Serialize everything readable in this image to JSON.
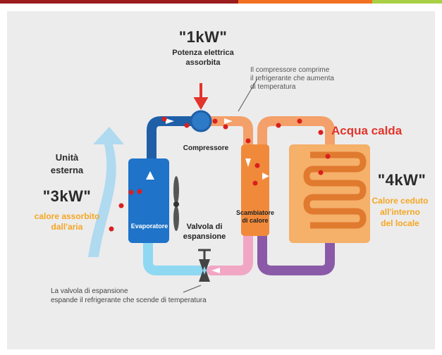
{
  "colors": {
    "cold_loop": "#8ed8f2",
    "hot_loop": "#f4a06a",
    "pink_line": "#f1a6c4",
    "evaporator": "#1f73c9",
    "condenser": "#f08a3a",
    "accent_red": "#e2342a",
    "accent_orange": "#f5a623"
  },
  "power": {
    "value": "\"1kW\"",
    "line1": "Potenza elettrica",
    "line2": "assorbita"
  },
  "compressor_note": {
    "line1": "Il compressore comprime",
    "line2": "il refrigerante che aumenta",
    "line3": "di temperatura"
  },
  "hot_water_label": "Acqua calda",
  "outdoor": {
    "line1": "Unità",
    "line2": "esterna",
    "value": "\"3kW\"",
    "desc1": "calore assorbito",
    "desc2": "dall'aria"
  },
  "indoor": {
    "value": "\"4kW\"",
    "desc1": "Calore ceduto",
    "desc2": "all'interno",
    "desc3": "del locale"
  },
  "components": {
    "compressor": "Compressore",
    "evaporator": "Evaporatore",
    "valve_line1": "Valvola di",
    "valve_line2": "espansione",
    "exchanger_line1": "Scambiatore",
    "exchanger_line2": "di calore"
  },
  "valve_note": {
    "line1": "La valvola di espansione",
    "line2": "espande il refrigerante che scende di temperatura"
  }
}
